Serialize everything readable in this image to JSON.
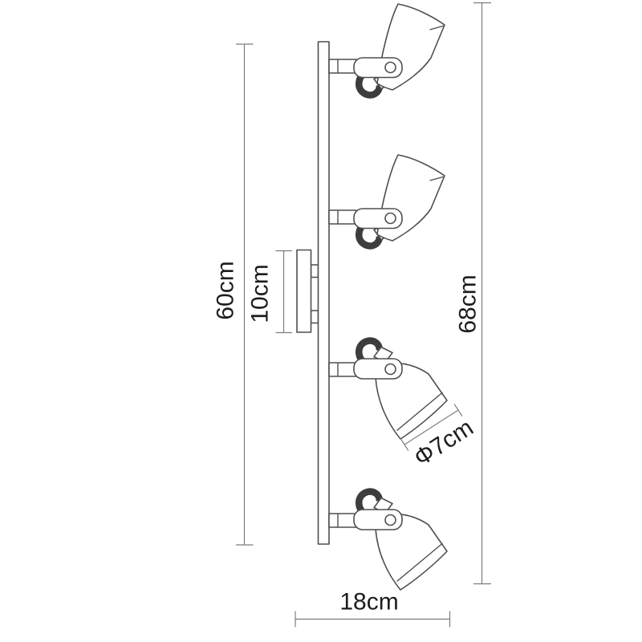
{
  "diagram": {
    "type": "technical-dimension-drawing",
    "subject": "four-head spotlight track light fixture, side view",
    "background_color": "#ffffff",
    "outline_color": "#4f4f4f",
    "dimension_line_color": "#7d7d7d",
    "clamp_color": "#3d3d3d",
    "text_color": "#1d1d1d",
    "labels": {
      "bar_length": "60cm",
      "canopy_length": "10cm",
      "overall_height": "68cm",
      "shade_diameter": "Φ7cm",
      "projection_width": "18cm"
    }
  }
}
